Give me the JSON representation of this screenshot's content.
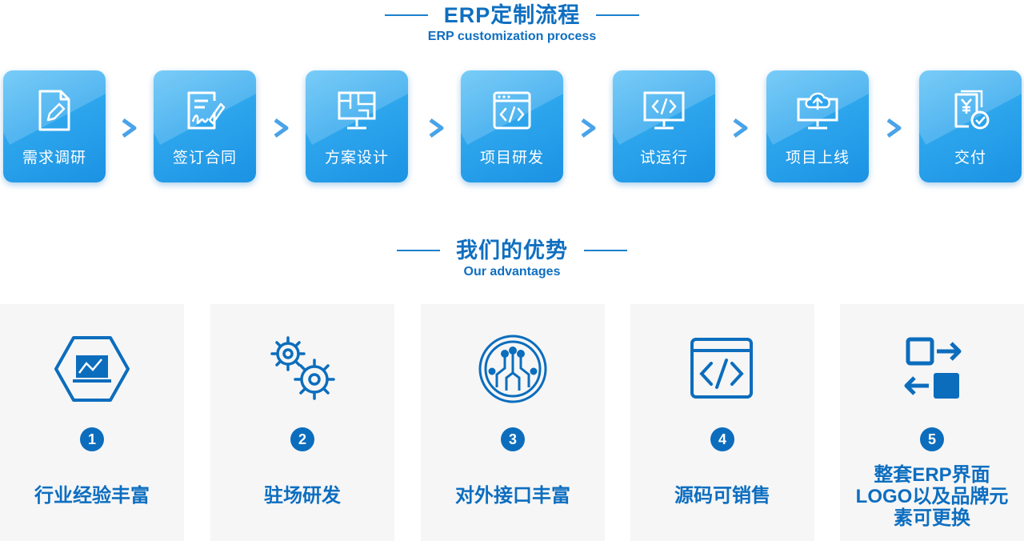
{
  "process": {
    "title": "ERP定制流程",
    "subtitle": "ERP customization process",
    "steps": [
      {
        "label": "需求调研",
        "icon": "document-edit-icon"
      },
      {
        "label": "签订合同",
        "icon": "contract-sign-icon"
      },
      {
        "label": "方案设计",
        "icon": "blueprint-monitor-icon"
      },
      {
        "label": "项目研发",
        "icon": "code-window-icon"
      },
      {
        "label": "试运行",
        "icon": "code-monitor-icon"
      },
      {
        "label": "项目上线",
        "icon": "cloud-upload-monitor-icon"
      },
      {
        "label": "交付",
        "icon": "invoice-check-icon"
      }
    ]
  },
  "advantages": {
    "title": "我们的优势",
    "subtitle": "Our advantages",
    "items": [
      {
        "number": "1",
        "label": "行业经验丰富",
        "icon": "hexagon-chart-icon"
      },
      {
        "number": "2",
        "label": "驻场研发",
        "icon": "gears-icon"
      },
      {
        "number": "3",
        "label": "对外接口丰富",
        "icon": "circuit-chip-icon"
      },
      {
        "number": "4",
        "label": "源码可销售",
        "icon": "source-code-icon"
      },
      {
        "number": "5",
        "label": "整套ERP界面LOGO以及品牌元素可更换",
        "icon": "swap-arrows-icon"
      }
    ]
  },
  "colors": {
    "brand_blue": "#0f6fc0",
    "step_gradient_top": "#5cc1f5",
    "step_gradient_bottom": "#1b92e3",
    "arrow_blue": "#4aa3e8",
    "card_bg": "#f6f6f6"
  }
}
